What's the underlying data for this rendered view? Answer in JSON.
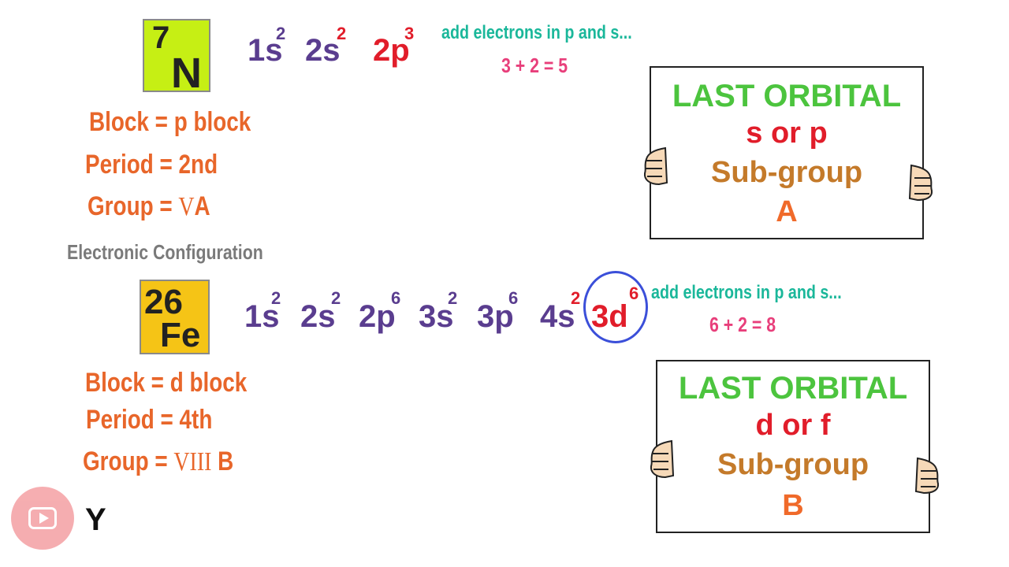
{
  "nitrogen": {
    "tile": {
      "number": "7",
      "symbol": "N",
      "color": "#c6ef14"
    },
    "config": [
      {
        "orbital": "1s",
        "sup": "2"
      },
      {
        "orbital": "2s",
        "sup": "2"
      },
      {
        "orbital": "2p",
        "sup": "3"
      }
    ],
    "hint": "add electrons in p and s...",
    "sum": "3 + 2 = 5",
    "block": "Block = p block",
    "period": "Period = 2nd",
    "group_prefix": "Group =",
    "group_roman": "V",
    "group_letter": "A",
    "sign": {
      "title": "LAST ORBITAL",
      "orbitals": "s or p",
      "subgroup": "Sub-group",
      "letter": "A"
    }
  },
  "section_label": "Electronic Configuration",
  "iron": {
    "tile": {
      "number": "26",
      "symbol": "Fe",
      "color": "#f5c416"
    },
    "config": [
      {
        "orbital": "1s",
        "sup": "2"
      },
      {
        "orbital": "2s",
        "sup": "2"
      },
      {
        "orbital": "2p",
        "sup": "6"
      },
      {
        "orbital": "3s",
        "sup": "2"
      },
      {
        "orbital": "3p",
        "sup": "6"
      },
      {
        "orbital": "4s",
        "sup": "2"
      },
      {
        "orbital": "3d",
        "sup": "6"
      }
    ],
    "hint": "add electrons in p and s...",
    "sum": "6 + 2 = 8",
    "block": "Block = d block",
    "period": "Period = 4th",
    "group_prefix": "Group =",
    "group_roman": "VIII",
    "group_letter": "B",
    "sign": {
      "title": "LAST ORBITAL",
      "orbitals": "d or f",
      "subgroup": "Sub-group",
      "letter": "B"
    }
  },
  "channel_letter": "Y",
  "colors": {
    "purple": "#5a3d8f",
    "red": "#e11d2a",
    "teal": "#1ab79a",
    "pink": "#e83f7b",
    "orange": "#e8662a",
    "green": "#4cc43e",
    "circle": "#3b4fd9"
  }
}
